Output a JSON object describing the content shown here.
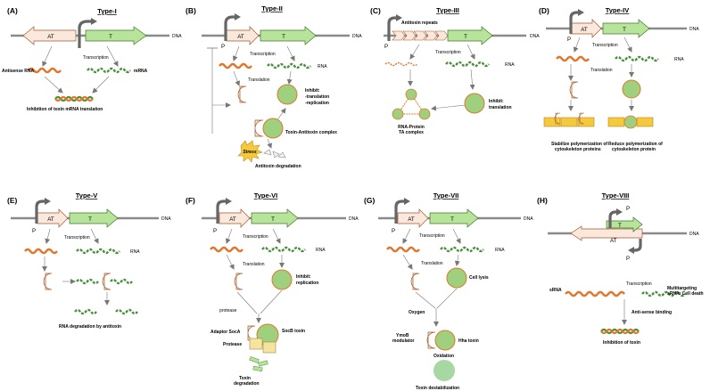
{
  "colors": {
    "toxin_gene": "#b8e39a",
    "antitoxin_gene": "#fbe8dc",
    "toxin_protein": "#9fd07e",
    "antitoxin_protein": "#fde4d4",
    "mrna_orange": "#e0772b",
    "mrna_green": "#4a8f3a",
    "cytoskeleton": "#f5c93e",
    "dna": "#8a8a8a"
  },
  "panels": {
    "A": {
      "tag": "(A)",
      "title": "Type-I",
      "gene_at": "AT",
      "gene_t": "T",
      "dna": "DNA",
      "transcription": "Transcription",
      "antisense": "Antisense RNA",
      "mrna": "mRNA",
      "result": "Inhibition of toxin mRNA translation"
    },
    "B": {
      "tag": "(B)",
      "title": "Type-II",
      "gene_at": "AT",
      "gene_t": "T",
      "dna": "DNA",
      "promoter": "P",
      "transcription": "Transcription",
      "rna": "RNA",
      "translation": "Translation",
      "inhibit_1": "Inhibit:",
      "inhibit_2": "-translation",
      "inhibit_3": "-replication",
      "complex": "Toxin-Antitoxin complex",
      "stress": "Stress",
      "degradation": "Antitoxin degradation"
    },
    "C": {
      "tag": "(C)",
      "title": "Type-III",
      "repeats": "Antitoxin repeats",
      "gene_t": "T",
      "dna": "DNA",
      "promoter": "P",
      "transcription": "Transcription",
      "rna": "RNA",
      "complex_1": "RNA-Protein",
      "complex_2": "TA complex",
      "inhibit_1": "Inhibit:",
      "inhibit_2": "translation"
    },
    "D": {
      "tag": "(D)",
      "title": "Type-IV",
      "gene_at": "AT",
      "gene_t": "T",
      "dna": "DNA",
      "promoter": "P",
      "transcription": "Transcription",
      "rna": "RNA",
      "translation": "Translation",
      "stab_1": "Stabilize polymerization of",
      "stab_2": "cytoskeleton proteins",
      "red_1": "Reduce polymerization of",
      "red_2": "cytoskeleton protein"
    },
    "E": {
      "tag": "(E)",
      "title": "Type-V",
      "gene_at": "AT",
      "gene_t": "T",
      "dna": "DNA",
      "promoter": "P",
      "transcription": "Transcription",
      "rna": "RNA",
      "result": "RNA degradation by antitoxin"
    },
    "F": {
      "tag": "(F)",
      "title": "Type-VI",
      "gene_at": "AT",
      "gene_t": "T",
      "dna": "DNA",
      "promoter": "P",
      "transcription": "Transcription",
      "rna": "RNA",
      "translation": "Translation",
      "inhibit_1": "Inhibit:",
      "inhibit_2": "replication",
      "protease_lc": "protease",
      "adaptor": "Adaptor SocA",
      "socb": "SocB toxin",
      "protease": "Protease",
      "deg_1": "Toxin",
      "deg_2": "degradation"
    },
    "G": {
      "tag": "(G)",
      "title": "Type-VII",
      "gene_at": "AT",
      "gene_t": "T",
      "dna": "DNA",
      "promoter": "P",
      "transcription": "Transcription",
      "rna": "RNA",
      "translation": "Translation",
      "lysis": "Cell lysis",
      "oxygen": "Oxygen",
      "ymob_1": "YmoB",
      "ymob_2": "modulator",
      "hha": "Hha toxin",
      "oxidation": "Oxidation",
      "destab": "Toxin destabilization"
    },
    "H": {
      "tag": "(H)",
      "title": "Type-VIII",
      "gene_at": "AT",
      "gene_t": "T",
      "dna": "DNA",
      "promoter_1": "P",
      "promoter_2": "P",
      "transcription": "Transcription",
      "srna": "sRNA",
      "multi_1": "Multitargeting",
      "multi_2": "sRNA: Cell death",
      "antisense": "Anti-sense binding",
      "result": "Inhibition of toxin"
    }
  }
}
